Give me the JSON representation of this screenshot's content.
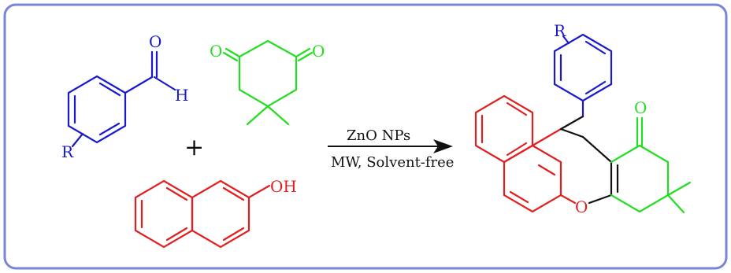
{
  "colors": {
    "frame": "#7b84d6",
    "aldehyde": "#1a1acc",
    "dimedone": "#22dd22",
    "naphthol": "#e02020",
    "ink": "#111111"
  },
  "reactants": {
    "aldehyde": {
      "atom_O": "O",
      "atom_H": "H",
      "substituent": "R"
    },
    "plus": "+",
    "dimedone": {
      "atom_O_left": "O",
      "atom_O_right": "O"
    },
    "naphthol": {
      "group_OH": "OH"
    }
  },
  "reaction": {
    "catalyst": "ZnO NPs",
    "conditions": "MW, Solvent-free"
  },
  "product": {
    "substituent": "R",
    "ketone_O": "O",
    "ring_O": "O"
  }
}
